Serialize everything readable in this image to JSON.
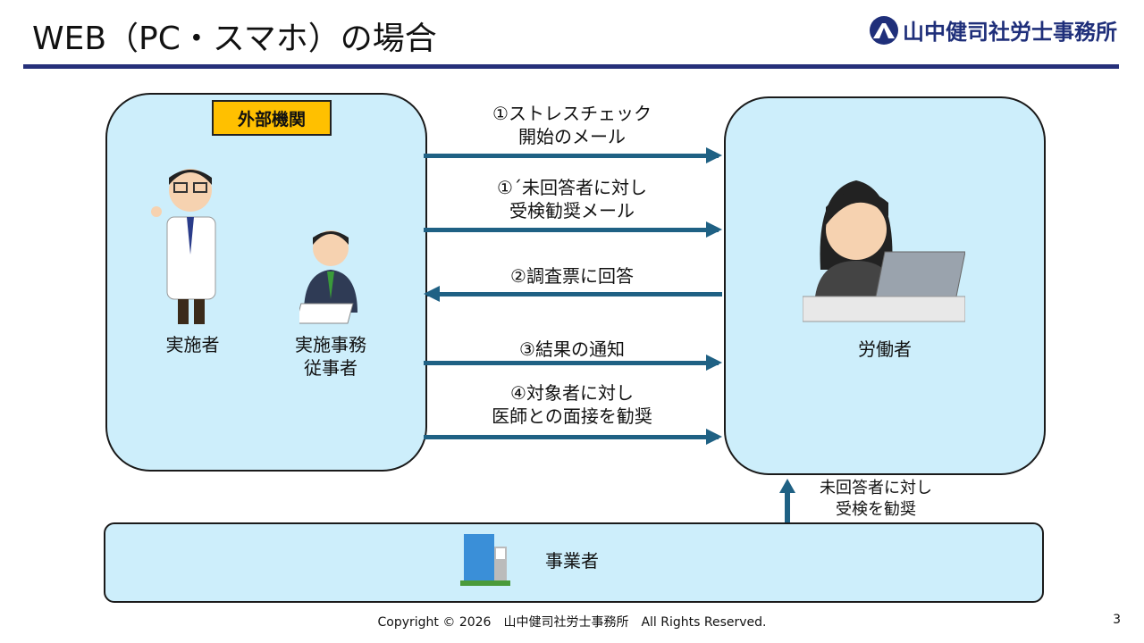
{
  "title": "WEB（PC・スマホ）の場合",
  "logo": "山中健司社労士事務所",
  "external": {
    "tag": "外部機関",
    "implementer": "実施者",
    "staff_line1": "実施事務",
    "staff_line2": "従事者"
  },
  "worker": {
    "label": "労働者"
  },
  "employer": {
    "label": "事業者"
  },
  "arrows": [
    {
      "line1": "①ストレスチェック",
      "line2": "開始のメール"
    },
    {
      "line1": "①´未回答者に対し",
      "line2": "受検勧奨メール"
    },
    {
      "line1": "②調査票に回答",
      "line2": ""
    },
    {
      "line1": "③結果の通知",
      "line2": ""
    },
    {
      "line1": "④対象者に対し",
      "line2": "医師との面接を勧奨"
    }
  ],
  "employer_arrow": {
    "line1": "未回答者に対し",
    "line2": "受検を勧奨"
  },
  "footer": "Copyright © 2026　山中健司社労士事務所　All Rights Reserved.",
  "page": "3"
}
